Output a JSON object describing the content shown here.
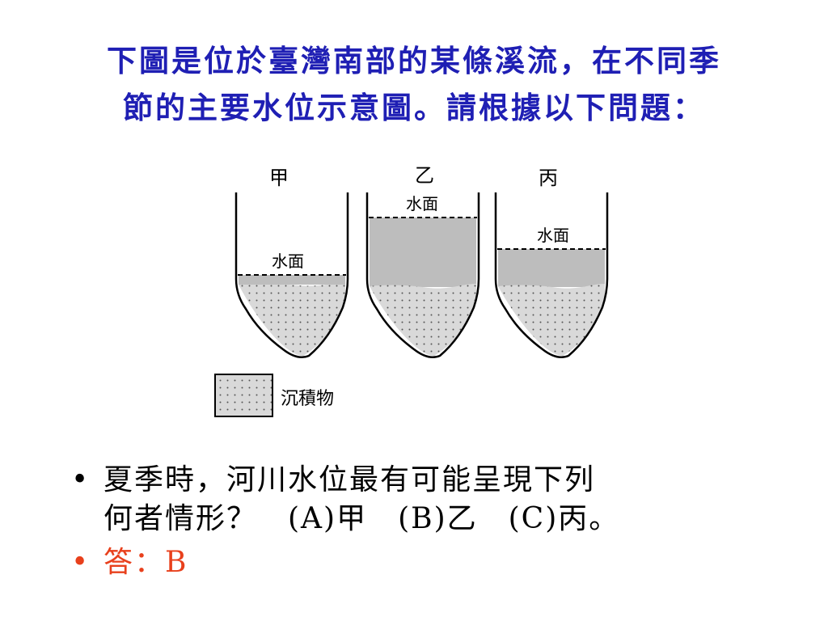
{
  "title": {
    "line1": "下圖是位於臺灣南部的某條溪流，在不同季",
    "line2": "節的主要水位示意圖。請根據以下問題："
  },
  "figure": {
    "panels": [
      {
        "label": "甲",
        "water_label": "水面"
      },
      {
        "label": "乙",
        "water_label": "水面"
      },
      {
        "label": "丙",
        "water_label": "水面"
      }
    ],
    "legend_label": "沉積物"
  },
  "question": {
    "bullet": "•",
    "line1": "夏季時，河川水位最有可能呈現下列",
    "line2": "何者情形？　(A)甲　(B)乙　(C)丙。"
  },
  "answer": {
    "bullet": "•",
    "text": "答：B"
  },
  "colors": {
    "title": "#1f1fb4",
    "answer": "#e8401c",
    "water": "#bdbdbd",
    "sediment": "#d9d9d9"
  }
}
